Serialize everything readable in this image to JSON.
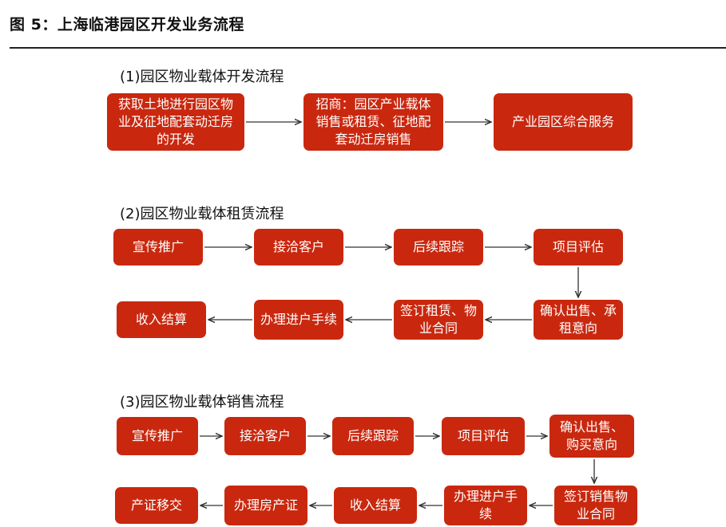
{
  "figure_title": "图 5：上海临港园区开发业务流程",
  "sections": [
    {
      "title": "(1)园区物业载体开发流程",
      "steps": [
        "获取土地进行园区物业及征地配套动迁房的开发",
        "招商：园区产业载体销售或租赁、征地配套动迁房销售",
        "产业园区综合服务"
      ]
    },
    {
      "title": "(2)园区物业载体租赁流程",
      "steps": [
        "宣传推广",
        "接洽客户",
        "后续跟踪",
        "项目评估",
        "确认出售、承租意向",
        "签订租赁、物业合同",
        "办理进户手续",
        "收入结算"
      ]
    },
    {
      "title": "(3)园区物业载体销售流程",
      "steps": [
        "宣传推广",
        "接洽客户",
        "后续跟踪",
        "项目评估",
        "确认出售、购买意向",
        "签订销售物业合同",
        "办理进户手续",
        "收入结算",
        "办理房产证",
        "产证移交"
      ]
    }
  ],
  "colors": {
    "box_fill": "#c9280f",
    "box_text": "#ffffff",
    "arrow": "#333333"
  }
}
